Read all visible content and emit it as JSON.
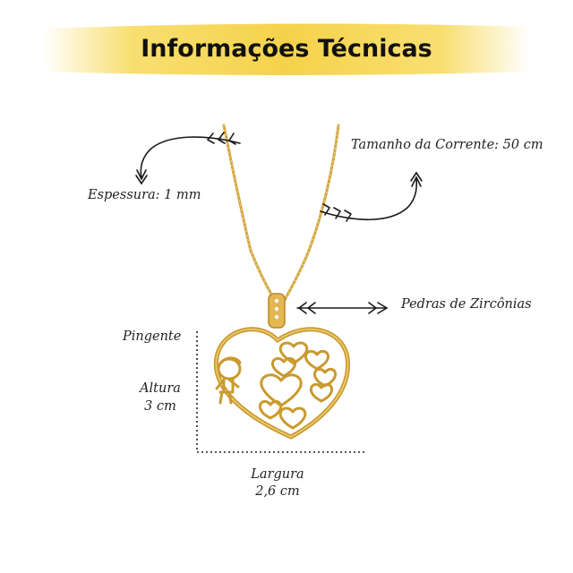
{
  "title": "Informações Técnicas",
  "colors": {
    "banner": "#f7d958",
    "gold": "#c99a2e",
    "gold_light": "#e8c060",
    "ink": "#222222"
  },
  "labels": {
    "thickness": "Espessura: 1 mm",
    "chain_length": "Tamanho da Corrente: 50 cm",
    "stones": "Pedras de Zircônias",
    "pendant": "Pingente",
    "height_label": "Altura",
    "height_value": "3 cm",
    "width_label": "Largura",
    "width_value": "2,6 cm"
  },
  "icons": [
    "curved-arrow-down-icon",
    "curved-arrow-up-icon",
    "arrow-left-icon"
  ]
}
